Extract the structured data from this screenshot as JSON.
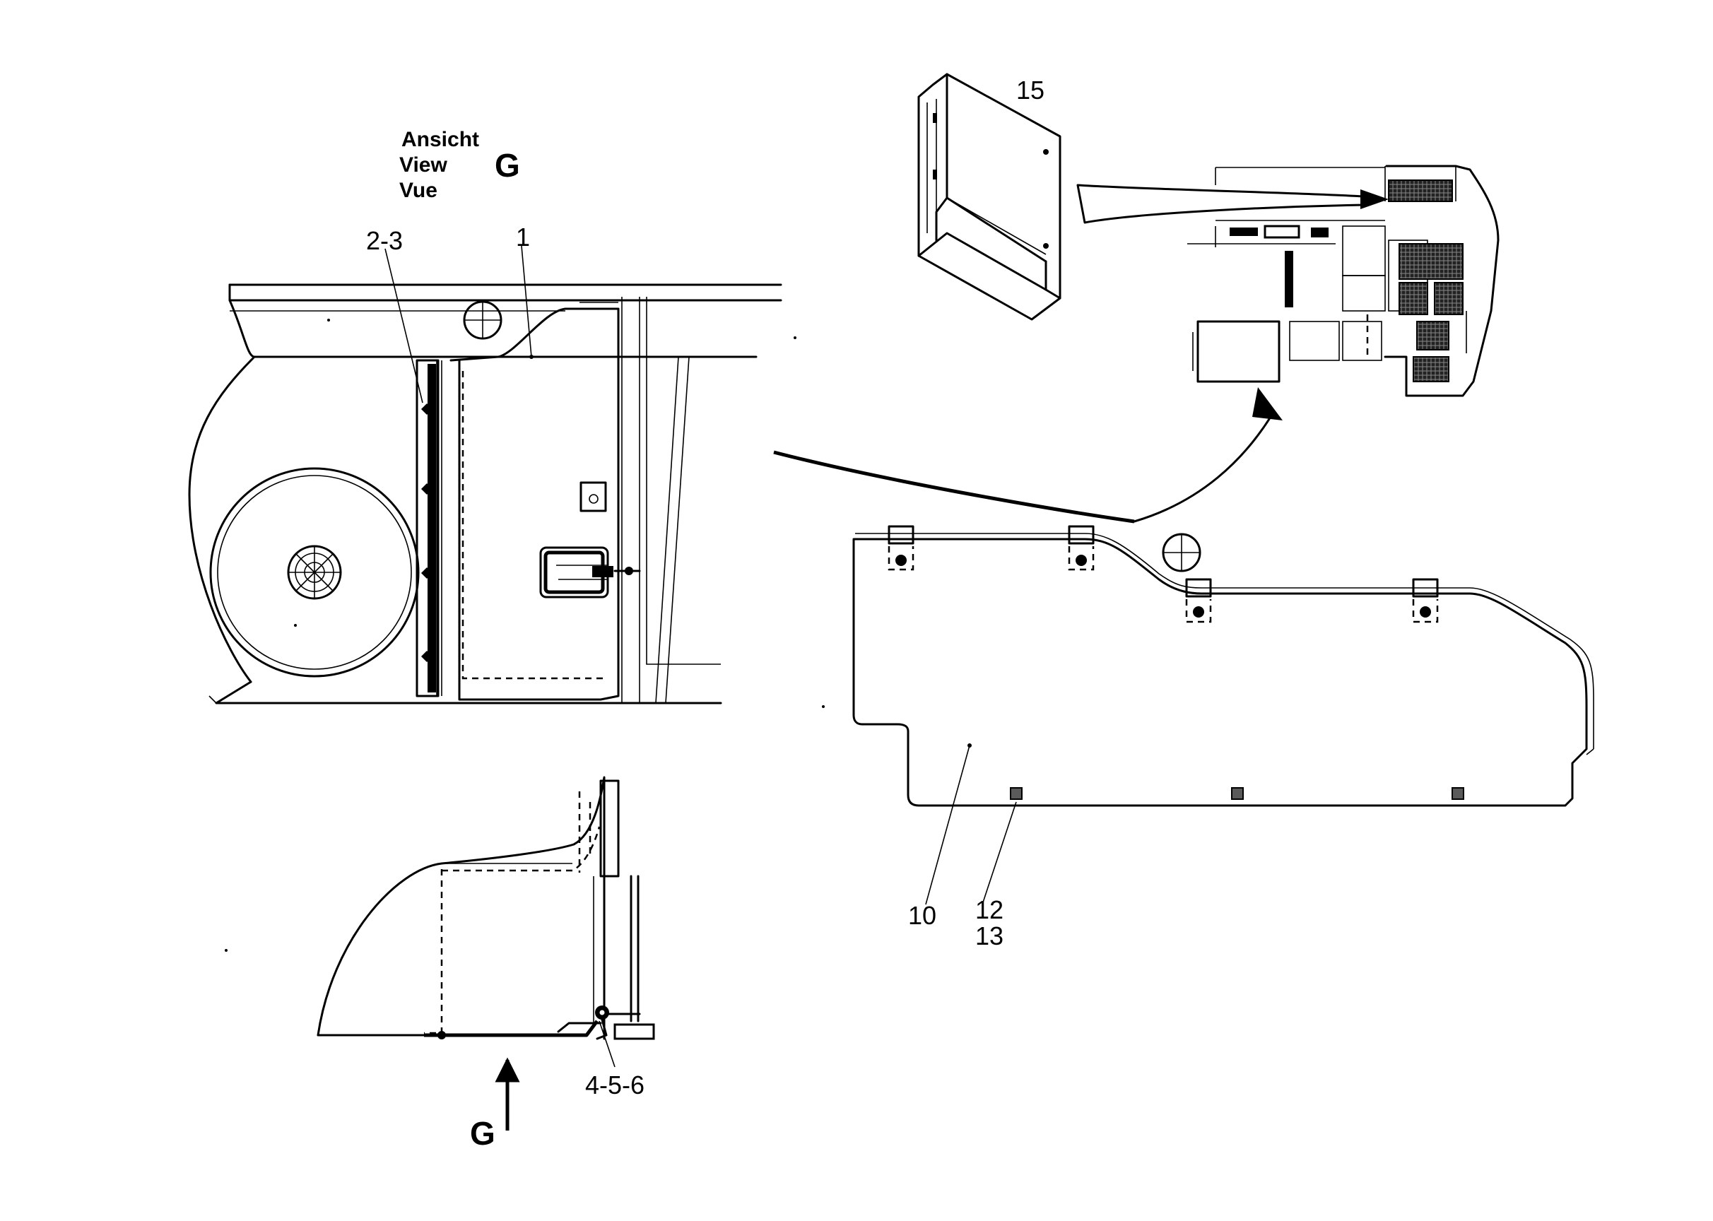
{
  "view_caption": {
    "lines": [
      "Ansicht",
      "View",
      "Vue"
    ],
    "letter": "G"
  },
  "callouts": {
    "c_2_3": "2-3",
    "c_1": "1",
    "c_15": "15",
    "c_10": "10",
    "c_12": "12",
    "c_13": "13",
    "c_4_5_6": "4-5-6"
  },
  "view_arrow_letter": "G"
}
